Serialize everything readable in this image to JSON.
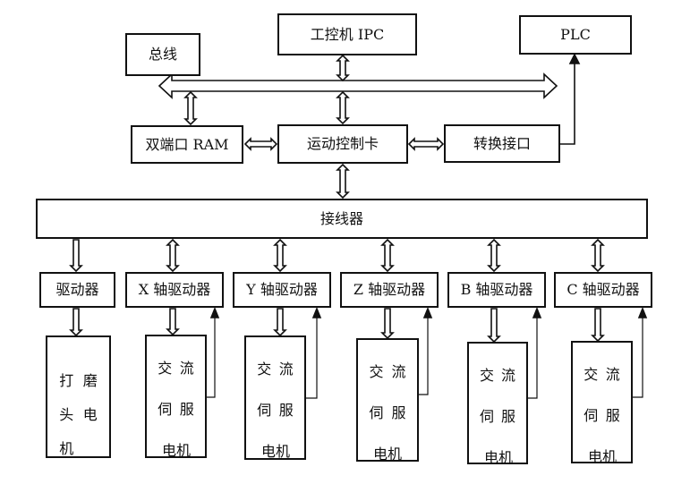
{
  "diagram": {
    "top": {
      "ipc": "工控机 IPC",
      "bus": "总线",
      "plc": "PLC"
    },
    "middle": {
      "dual_port_ram": "双端口 RAM",
      "motion_card": "运动控制卡",
      "converter": "转换接口"
    },
    "terminal_block": "接线器",
    "drivers": [
      {
        "label": "驱动器"
      },
      {
        "label": "X 轴驱动器"
      },
      {
        "label": "Y 轴驱动器"
      },
      {
        "label": "Z 轴驱动器"
      },
      {
        "label": "B 轴驱动器"
      },
      {
        "label": "C 轴驱动器"
      }
    ],
    "grinder_motor": {
      "chars": [
        "打",
        "磨",
        "头",
        "电",
        "机"
      ]
    },
    "servo_motor": {
      "row1": [
        "交",
        "流"
      ],
      "row2": [
        "伺",
        "服"
      ],
      "row3": "电机"
    },
    "connections": [
      {
        "from": "工控机 IPC",
        "to": "总线",
        "type": "bidirectional"
      },
      {
        "from": "总线",
        "to": "双端口 RAM",
        "type": "bidirectional"
      },
      {
        "from": "总线",
        "to": "运动控制卡",
        "type": "bidirectional"
      },
      {
        "from": "双端口 RAM",
        "to": "运动控制卡",
        "type": "bidirectional"
      },
      {
        "from": "运动控制卡",
        "to": "转换接口",
        "type": "bidirectional"
      },
      {
        "from": "转换接口",
        "to": "PLC",
        "type": "single-line arrow"
      },
      {
        "from": "运动控制卡",
        "to": "接线器",
        "type": "bidirectional"
      },
      {
        "from": "接线器",
        "to": "驱动器",
        "type": "one-way"
      },
      {
        "from": "接线器",
        "to": "X/Y/Z/B/C 轴驱动器",
        "type": "bidirectional"
      },
      {
        "from": "驱动器",
        "to": "打磨头电机",
        "type": "one-way"
      },
      {
        "from": "轴驱动器",
        "to": "交流伺服电机",
        "type": "one-way"
      },
      {
        "from": "交流伺服电机",
        "to": "轴驱动器",
        "type": "feedback line"
      }
    ]
  }
}
